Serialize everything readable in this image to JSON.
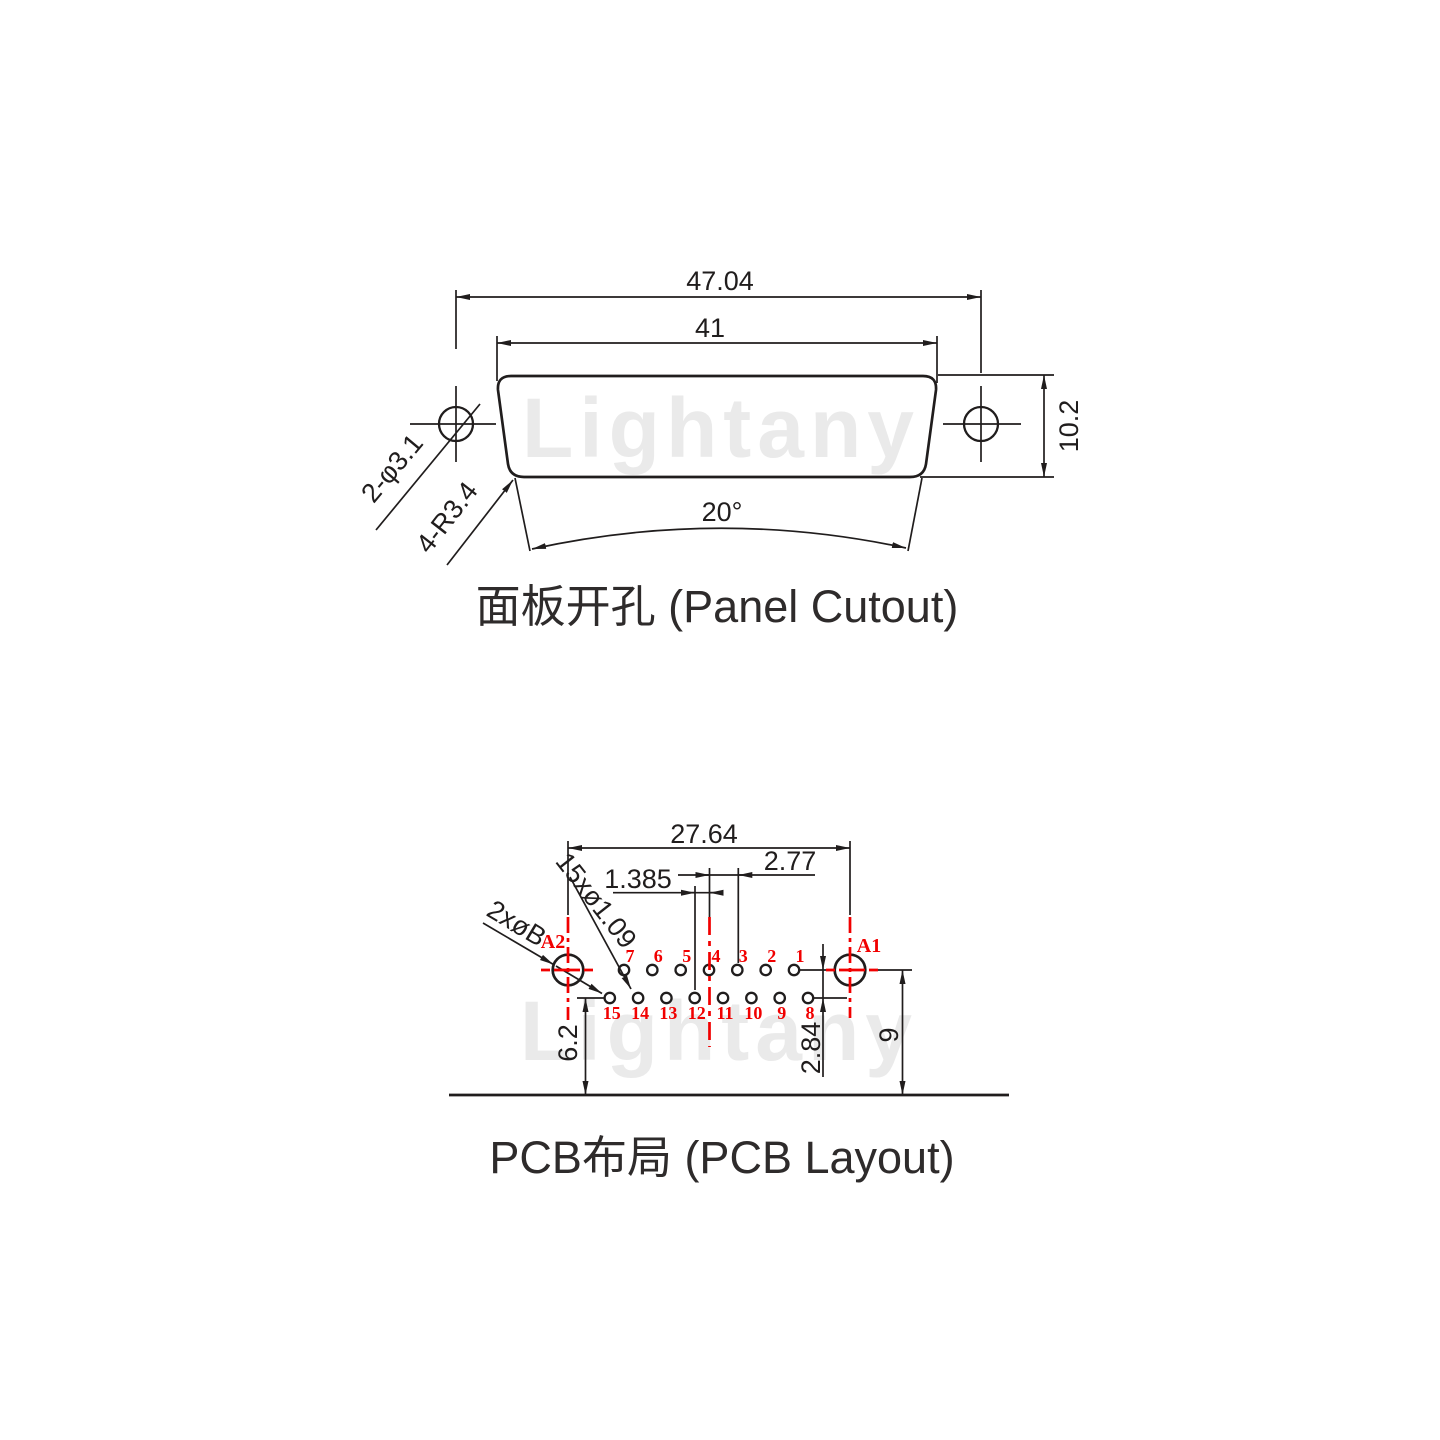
{
  "watermark": "Lightany",
  "colors": {
    "line": "#201d1d",
    "accent_red": "#f10000",
    "watermark_gray": "#eaeaea"
  },
  "panel_cutout": {
    "title": "面板开孔 (Panel Cutout)",
    "dim_outer_width": "47.04",
    "dim_inner_width": "41",
    "dim_height": "10.2",
    "dim_angle": "20°",
    "label_mount_holes": "2-φ3.1",
    "label_corner_radius": "4-R3.4"
  },
  "pcb_layout": {
    "title": "PCB布局 (PCB Layout)",
    "dim_big_hole_span": "27.64",
    "dim_pin_pitch": "2.77",
    "dim_row_offset": "1.385",
    "dim_row_spacing": "2.84",
    "dim_bottom_row_to_edge": "6.2",
    "dim_top_row_to_edge": "9",
    "label_pin_holes": "15xø1.09",
    "label_big_holes": "2xøB",
    "label_a1": "A1",
    "label_a2": "A2",
    "top_pins": [
      "7",
      "6",
      "5",
      "4",
      "3",
      "2",
      "1"
    ],
    "bottom_pins": [
      "15",
      "14",
      "13",
      "12",
      "11",
      "10",
      "9",
      "8"
    ]
  }
}
